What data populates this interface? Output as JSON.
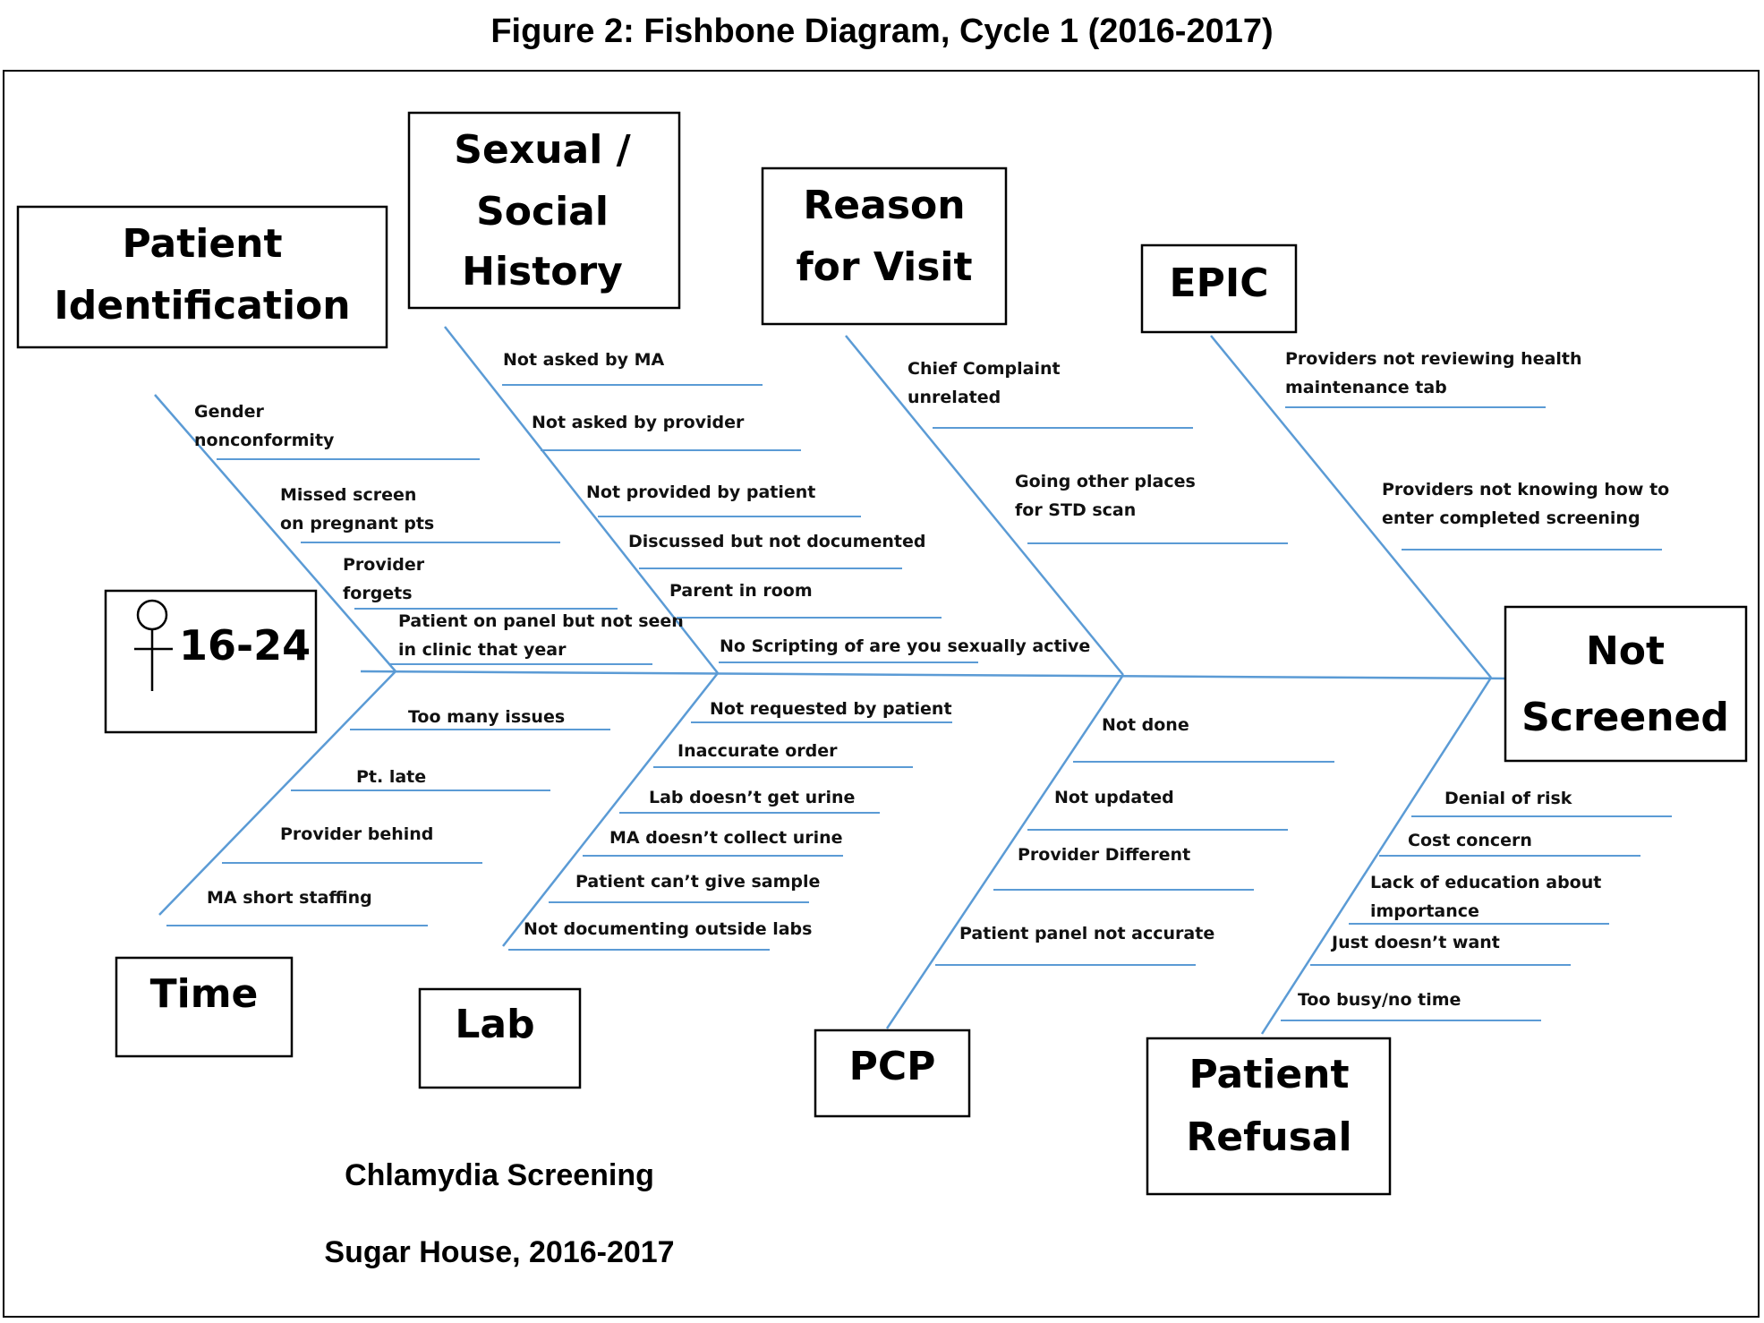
{
  "title": "Figure 2: Fishbone Diagram, Cycle 1 (2016-2017)",
  "effect": [
    "Not",
    "Screened"
  ],
  "population": {
    "age_range": "16-24",
    "icon": "female-symbol-icon"
  },
  "footer": {
    "line1": "Chlamydia Screening",
    "line2": "Sugar House, 2016-2017"
  },
  "categories": {
    "patient_identification": {
      "label": [
        "Patient",
        "Identification"
      ],
      "causes": [
        [
          "Gender",
          "nonconformity"
        ],
        [
          "Missed screen",
          "on pregnant pts"
        ],
        [
          "Provider",
          "forgets"
        ],
        [
          "Patient on panel but not seen",
          "in clinic that year"
        ]
      ]
    },
    "sexual_social_history": {
      "label": [
        "Sexual /",
        "Social",
        "History"
      ],
      "causes": [
        [
          "Not asked by MA"
        ],
        [
          "Not asked by provider"
        ],
        [
          "Not provided by patient"
        ],
        [
          "Discussed but not documented"
        ],
        [
          "Parent in room"
        ],
        [
          "No Scripting of are you sexually active"
        ]
      ]
    },
    "reason_for_visit": {
      "label": [
        "Reason",
        "for Visit"
      ],
      "causes": [
        [
          "Chief Complaint",
          "unrelated"
        ],
        [
          "Going other places",
          "for STD scan"
        ]
      ]
    },
    "epic": {
      "label": [
        "EPIC"
      ],
      "causes": [
        [
          "Providers not reviewing health",
          "maintenance tab"
        ],
        [
          "Providers not knowing how to",
          "enter completed screening"
        ]
      ]
    },
    "time": {
      "label": [
        "Time"
      ],
      "causes": [
        [
          "Too many issues"
        ],
        [
          "Pt. late"
        ],
        [
          "Provider behind"
        ],
        [
          "MA short staffing"
        ]
      ]
    },
    "lab": {
      "label": [
        "Lab"
      ],
      "causes": [
        [
          "Not requested by patient"
        ],
        [
          "Inaccurate order"
        ],
        [
          "Lab doesn’t get urine"
        ],
        [
          "MA doesn’t collect urine"
        ],
        [
          "Patient can’t give sample"
        ],
        [
          "Not documenting outside labs"
        ]
      ]
    },
    "pcp": {
      "label": [
        "PCP"
      ],
      "causes": [
        [
          "Not done"
        ],
        [
          "Not updated"
        ],
        [
          "Provider Different"
        ],
        [
          "Patient panel not accurate"
        ]
      ]
    },
    "patient_refusal": {
      "label": [
        "Patient",
        "Refusal"
      ],
      "causes": [
        [
          "Denial of risk"
        ],
        [
          "Cost concern"
        ],
        [
          "Lack of education about",
          "importance"
        ],
        [
          "Just doesn’t want"
        ],
        [
          "Too busy/no time"
        ]
      ]
    }
  }
}
